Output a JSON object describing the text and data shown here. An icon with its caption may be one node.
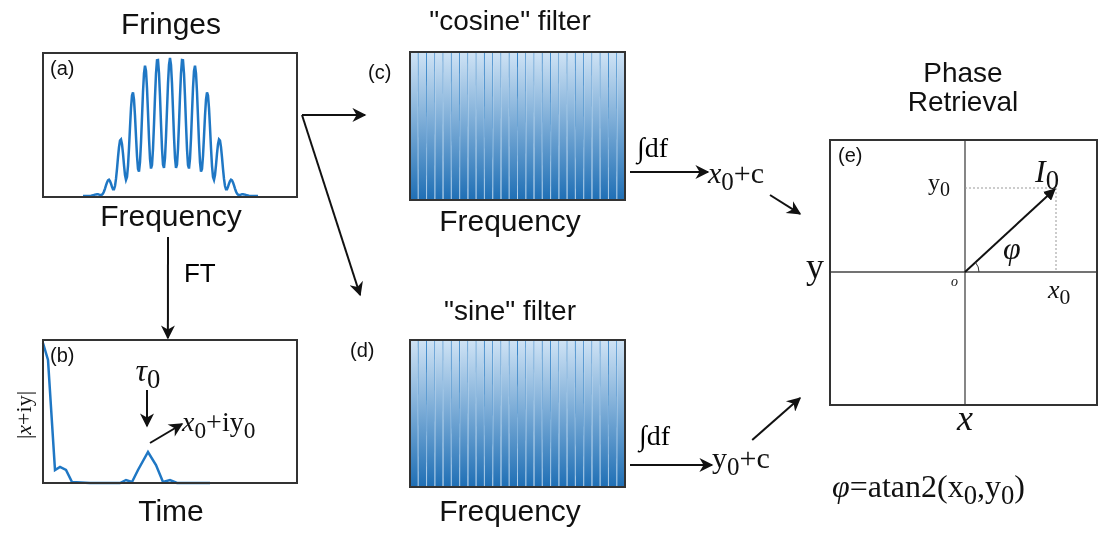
{
  "diagram": {
    "nodes": [
      {
        "text": [
          "Fringes",
          "(a)",
          "Frequency"
        ]
      },
      {
        "text": [
          "(b)",
          "|*x*+iy|",
          "Time"
        ]
      },
      {
        "text": [
          "*τ*$_{0}$"
        ],
        "in": 1
      },
      {
        "text": [
          "*x*$_{0}$+iy$_{0}$"
        ],
        "in": 1
      },
      {
        "text": [
          "\"cosine\" filter",
          "(c)",
          "Frequency"
        ]
      },
      {
        "text": [
          "\"sine\" filter",
          "(d)",
          "Frequency"
        ]
      },
      {
        "text": [
          "*x*$_{0}$+c"
        ]
      },
      {
        "text": [
          "y$_{0}$+c"
        ]
      },
      {
        "text": [
          "Phase Retrieval",
          "(e)",
          "y",
          "*x*"
        ]
      }
    ],
    "edges": [
      {
        "from": 0,
        "to": 1,
        "arrow": "to",
        "label": "FT"
      },
      {
        "from": 0,
        "to": 4,
        "arrow": "to"
      },
      {
        "from": 0,
        "to": 5,
        "arrow": "to"
      },
      {
        "from": 4,
        "to": 6,
        "arrow": "to",
        "label": "∫df"
      },
      {
        "from": 5,
        "to": 7,
        "arrow": "to",
        "label": "∫df"
      },
      {
        "from": 6,
        "to": 8,
        "arrow": "to"
      },
      {
        "from": 7,
        "to": 8,
        "arrow": "to"
      },
      {
        "from": 2,
        "to": null,
        "arrow": "to"
      },
      {
        "from": null,
        "to": 3,
        "arrow": "to"
      }
    ],
    "labels": [
      "*I*$_{0}$",
      "y$_{0}$",
      "φ",
      "o",
      "*x*$_{0}$",
      "*φ*=atan2(x$_{0}$,y$_{0}$)"
    ]
  }
}
